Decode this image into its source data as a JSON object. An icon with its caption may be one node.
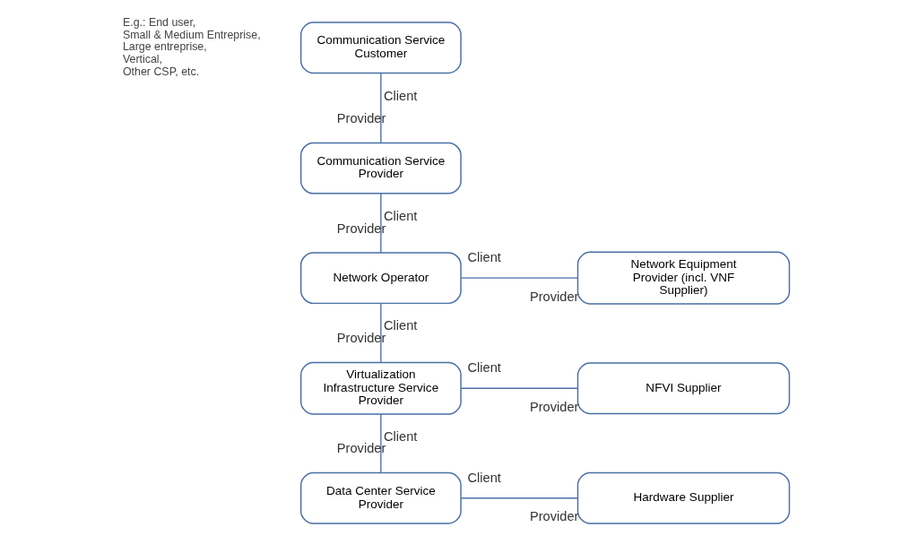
{
  "diagram": {
    "nodes": [
      {
        "text": [
          "Communication Service Customer"
        ],
        "beside": [
          "E.g.: End user, Small & Medium Entreprise, Large entreprise, Vertical, Other CSP, etc."
        ]
      },
      {
        "text": [
          "Communication Service Provider"
        ]
      },
      {
        "text": [
          "Network Operator"
        ]
      },
      {
        "text": [
          "Virtualization Infrastructure Service Provider"
        ]
      },
      {
        "text": [
          "Data Center Service Provider"
        ]
      },
      {
        "text": [
          "Network Equipment Provider (incl. VNF Supplier)"
        ]
      },
      {
        "text": [
          "NFVI Supplier"
        ]
      },
      {
        "text": [
          "Hardware Supplier"
        ]
      }
    ],
    "edges": [
      {
        "from": 0,
        "to": 1,
        "arrow": "none"
      },
      {
        "from": 1,
        "to": 2,
        "arrow": "none"
      },
      {
        "from": 2,
        "to": 5,
        "arrow": "none"
      },
      {
        "from": 2,
        "to": 3,
        "arrow": "none"
      },
      {
        "from": 3,
        "to": 6,
        "arrow": "none"
      },
      {
        "from": 3,
        "to": 4,
        "arrow": "none"
      },
      {
        "from": 4,
        "to": 7,
        "arrow": "none"
      }
    ],
    "labels": [
      "Client",
      "Provider",
      "Client",
      "Provider",
      "Client",
      "Provider",
      "Client",
      "Provider",
      "Client",
      "Provider",
      "Client",
      "Provider",
      "Client",
      "Provider"
    ]
  }
}
